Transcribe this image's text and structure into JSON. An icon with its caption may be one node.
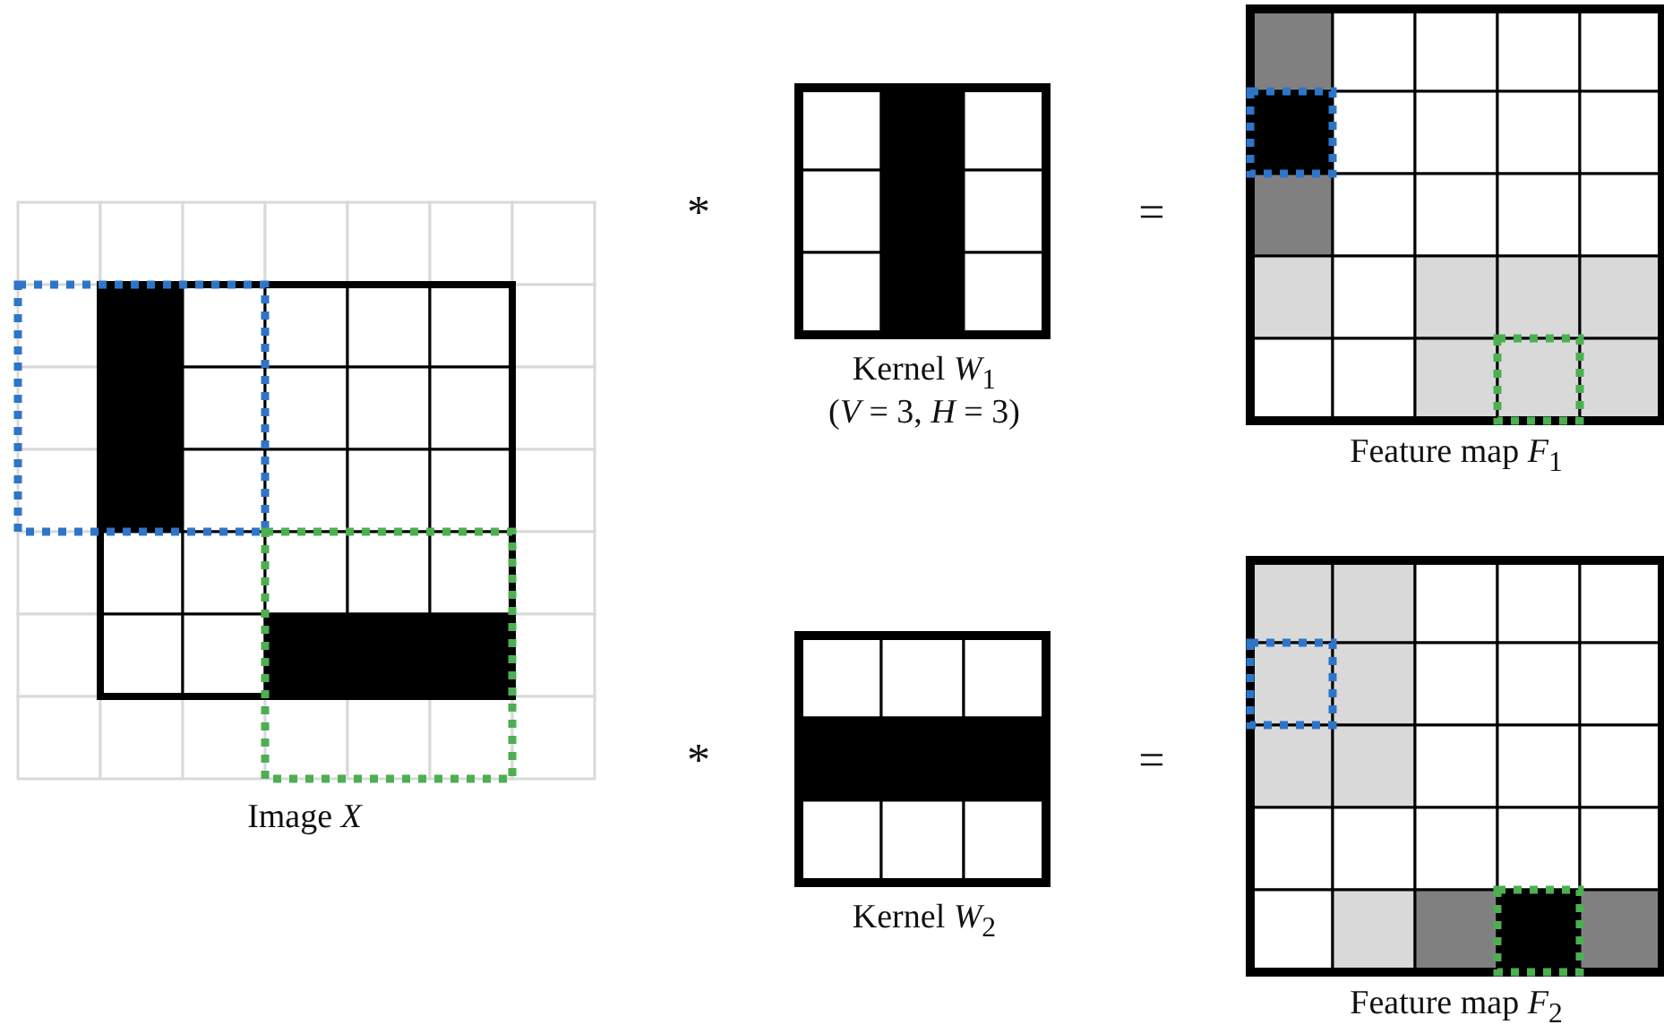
{
  "diagram": {
    "labels": [
      "*",
      "=",
      "Kernel *W*$_{1}$",
      "(*V* = 3, *H* = 3)",
      "Feature map *F*$_{1}$",
      "*",
      "=",
      "Image *X*",
      "Kernel *W*$_{2}$",
      "Feature map *F*$_{2}$"
    ]
  }
}
